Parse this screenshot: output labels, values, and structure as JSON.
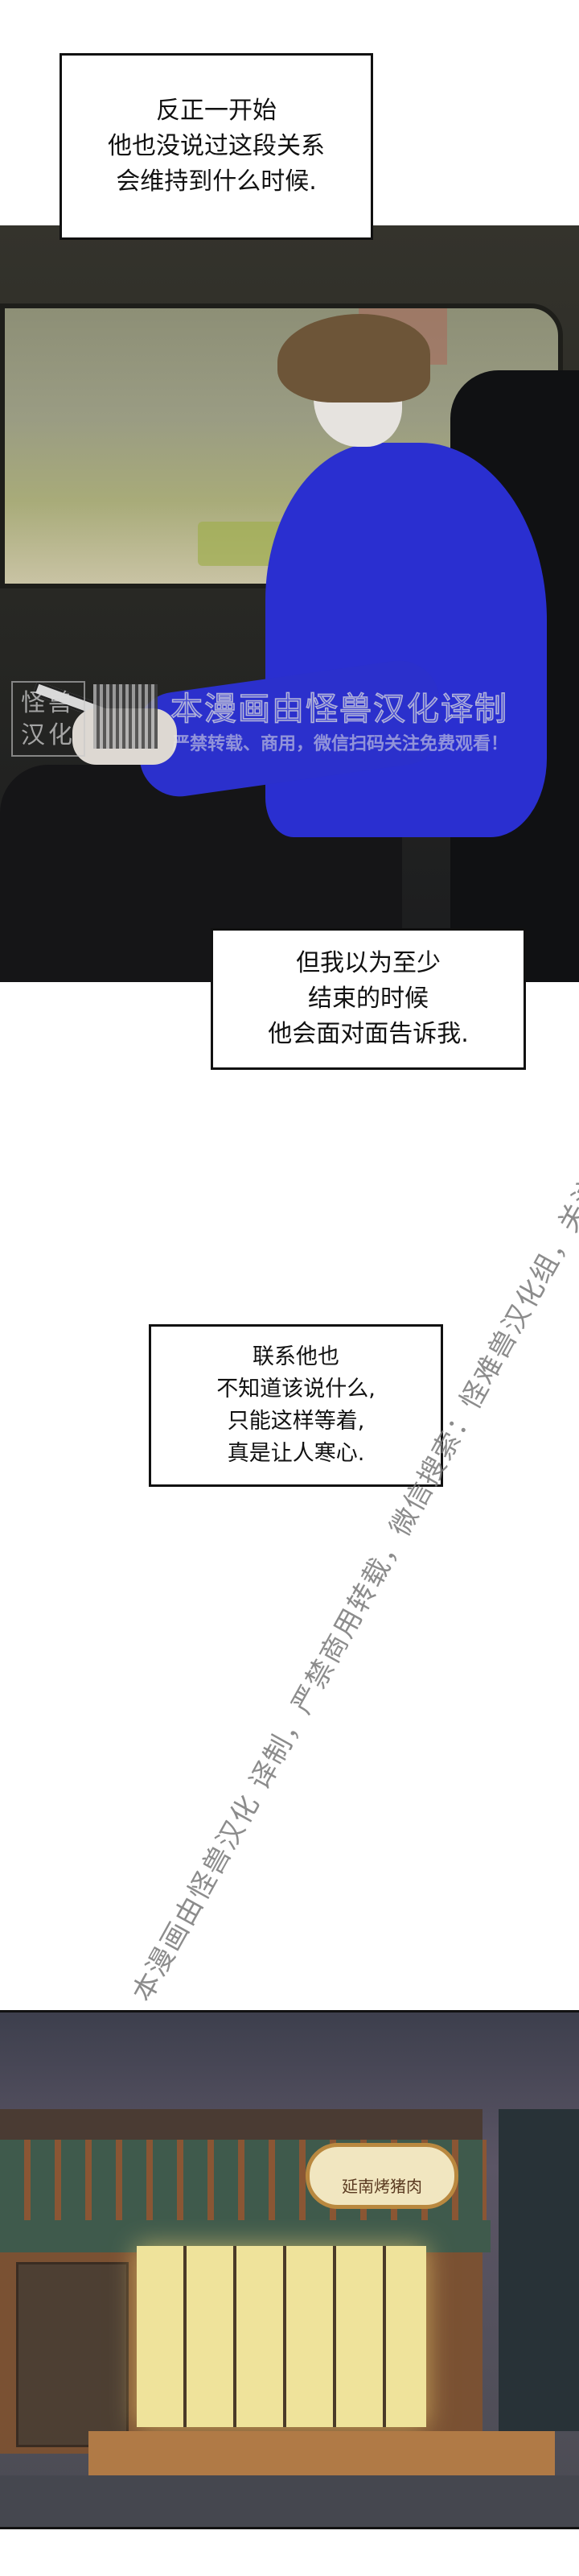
{
  "captions": [
    {
      "lines": [
        "反正一开始",
        "他也没说过这段关系",
        "会维持到什么时候."
      ]
    },
    {
      "lines": [
        "但我以为至少",
        "结束的时候",
        "他会面对面告诉我."
      ]
    },
    {
      "lines": [
        "联系他也",
        "不知道该说什么,",
        "只能这样等着,",
        "真是让人寒心."
      ]
    }
  ],
  "watermark": {
    "logo": "怪兽汉化",
    "title": "本漫画由怪兽汉化译制",
    "subtitle": "严禁转载、商用，微信扫码关注免费观看！",
    "diagonal": "本漫画由怪兽汉化 译制，严禁商用转载，微信搜索：怪难兽汉化组，关注免费观看！"
  },
  "scene": {
    "shop_sign": "延南烤猪肉"
  },
  "colors": {
    "sweater": "#2a2fd0",
    "panel_bg": "#2a2a25"
  }
}
